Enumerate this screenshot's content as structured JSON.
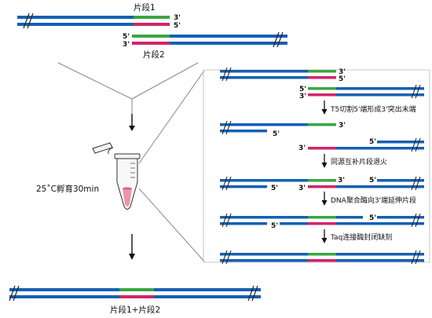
{
  "colors": {
    "blue": "#1560b5",
    "green": "#3aa640",
    "red": "#d2246a",
    "line": "#888888",
    "arrow": "#111111"
  },
  "labels": {
    "fragment1": "片段1",
    "fragment2": "片段2",
    "incubation": "25˚C孵育30min",
    "result": "片段1+片段2"
  },
  "ends": {
    "three_prime": "3'",
    "five_prime": "5'"
  },
  "steps": [
    "T5切割5'端形成3'突出末端",
    "同源互补片段退火",
    "DNA聚合酶向3'端延伸片段",
    "Taq连接酶封闭缺刻"
  ],
  "icons": {
    "tube": "microcentrifuge-tube-icon",
    "break": "double-slash-break-icon",
    "arrow": "down-arrow-icon"
  }
}
